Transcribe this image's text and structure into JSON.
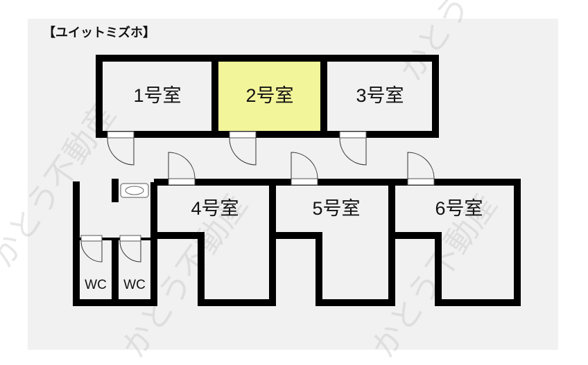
{
  "title": "【ユイットミズホ】",
  "rooms": [
    {
      "label": "1号室",
      "highlighted": false
    },
    {
      "label": "2号室",
      "highlighted": true
    },
    {
      "label": "3号室",
      "highlighted": false
    },
    {
      "label": "4号室",
      "highlighted": false
    },
    {
      "label": "5号室",
      "highlighted": false
    },
    {
      "label": "6号室",
      "highlighted": false
    }
  ],
  "toilets": [
    "WC",
    "WC"
  ],
  "watermark": "かとう不動産",
  "colors": {
    "highlight": "#f3f59a",
    "wall": "#000000",
    "panel": "#f1f1f1"
  }
}
